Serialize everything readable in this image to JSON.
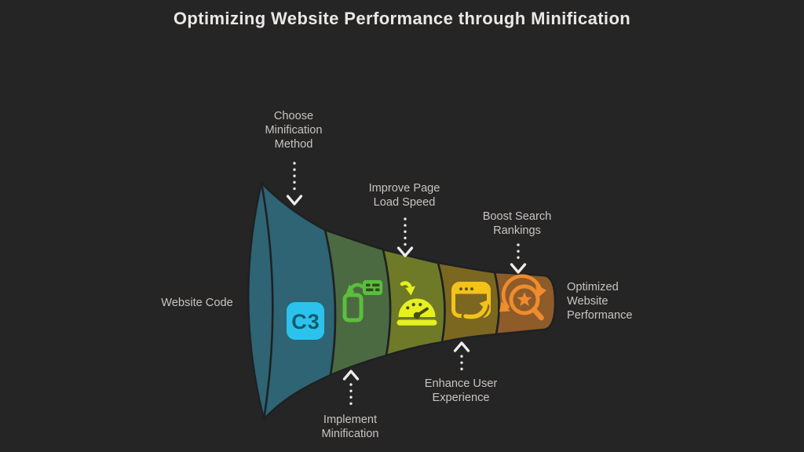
{
  "title": "Optimizing Website Performance through Minification",
  "background": "#262525",
  "title_color": "#eae8e5",
  "label_color": "#c7c4c1",
  "arrow_color": "#edecea",
  "outline_color": "#1e2123",
  "segments": [
    {
      "name": "website-code",
      "color": "#2e6474",
      "icon": "c3-badge"
    },
    {
      "name": "minification-method",
      "color": "#4c6a41",
      "icon": "device-sync-icon"
    },
    {
      "name": "page-load-speed",
      "color": "#6e7a27",
      "icon": "speedometer-icon"
    },
    {
      "name": "user-experience",
      "color": "#7c6721",
      "icon": "browser-share-icon"
    },
    {
      "name": "search-rankings",
      "color": "#8e5b29",
      "icon": "search-star-refresh-icon"
    }
  ],
  "icons": {
    "c3_badge": {
      "text": "C3",
      "bg": "#2bc3ee",
      "fg": "#145a6d"
    },
    "device_sync": {
      "color": "#5abf3c",
      "detail": "#33491f"
    },
    "speedometer": {
      "color": "#e6ef20",
      "detail": "#474c15"
    },
    "browser_share": {
      "color": "#f3c31c",
      "detail": "#5d4d15"
    },
    "search_star": {
      "color": "#ee8c2e"
    }
  },
  "callouts": [
    {
      "id": "website-code",
      "text": "Website Code"
    },
    {
      "id": "choose-minification-method",
      "text": "Choose\nMinification\nMethod"
    },
    {
      "id": "implement-minification",
      "text": "Implement\nMinification"
    },
    {
      "id": "improve-page-load-speed",
      "text": "Improve Page\nLoad Speed"
    },
    {
      "id": "enhance-user-experience",
      "text": "Enhance User\nExperience"
    },
    {
      "id": "boost-search-rankings",
      "text": "Boost Search\nRankings"
    },
    {
      "id": "optimized-website-performance",
      "text": "Optimized\nWebsite\nPerformance"
    }
  ]
}
